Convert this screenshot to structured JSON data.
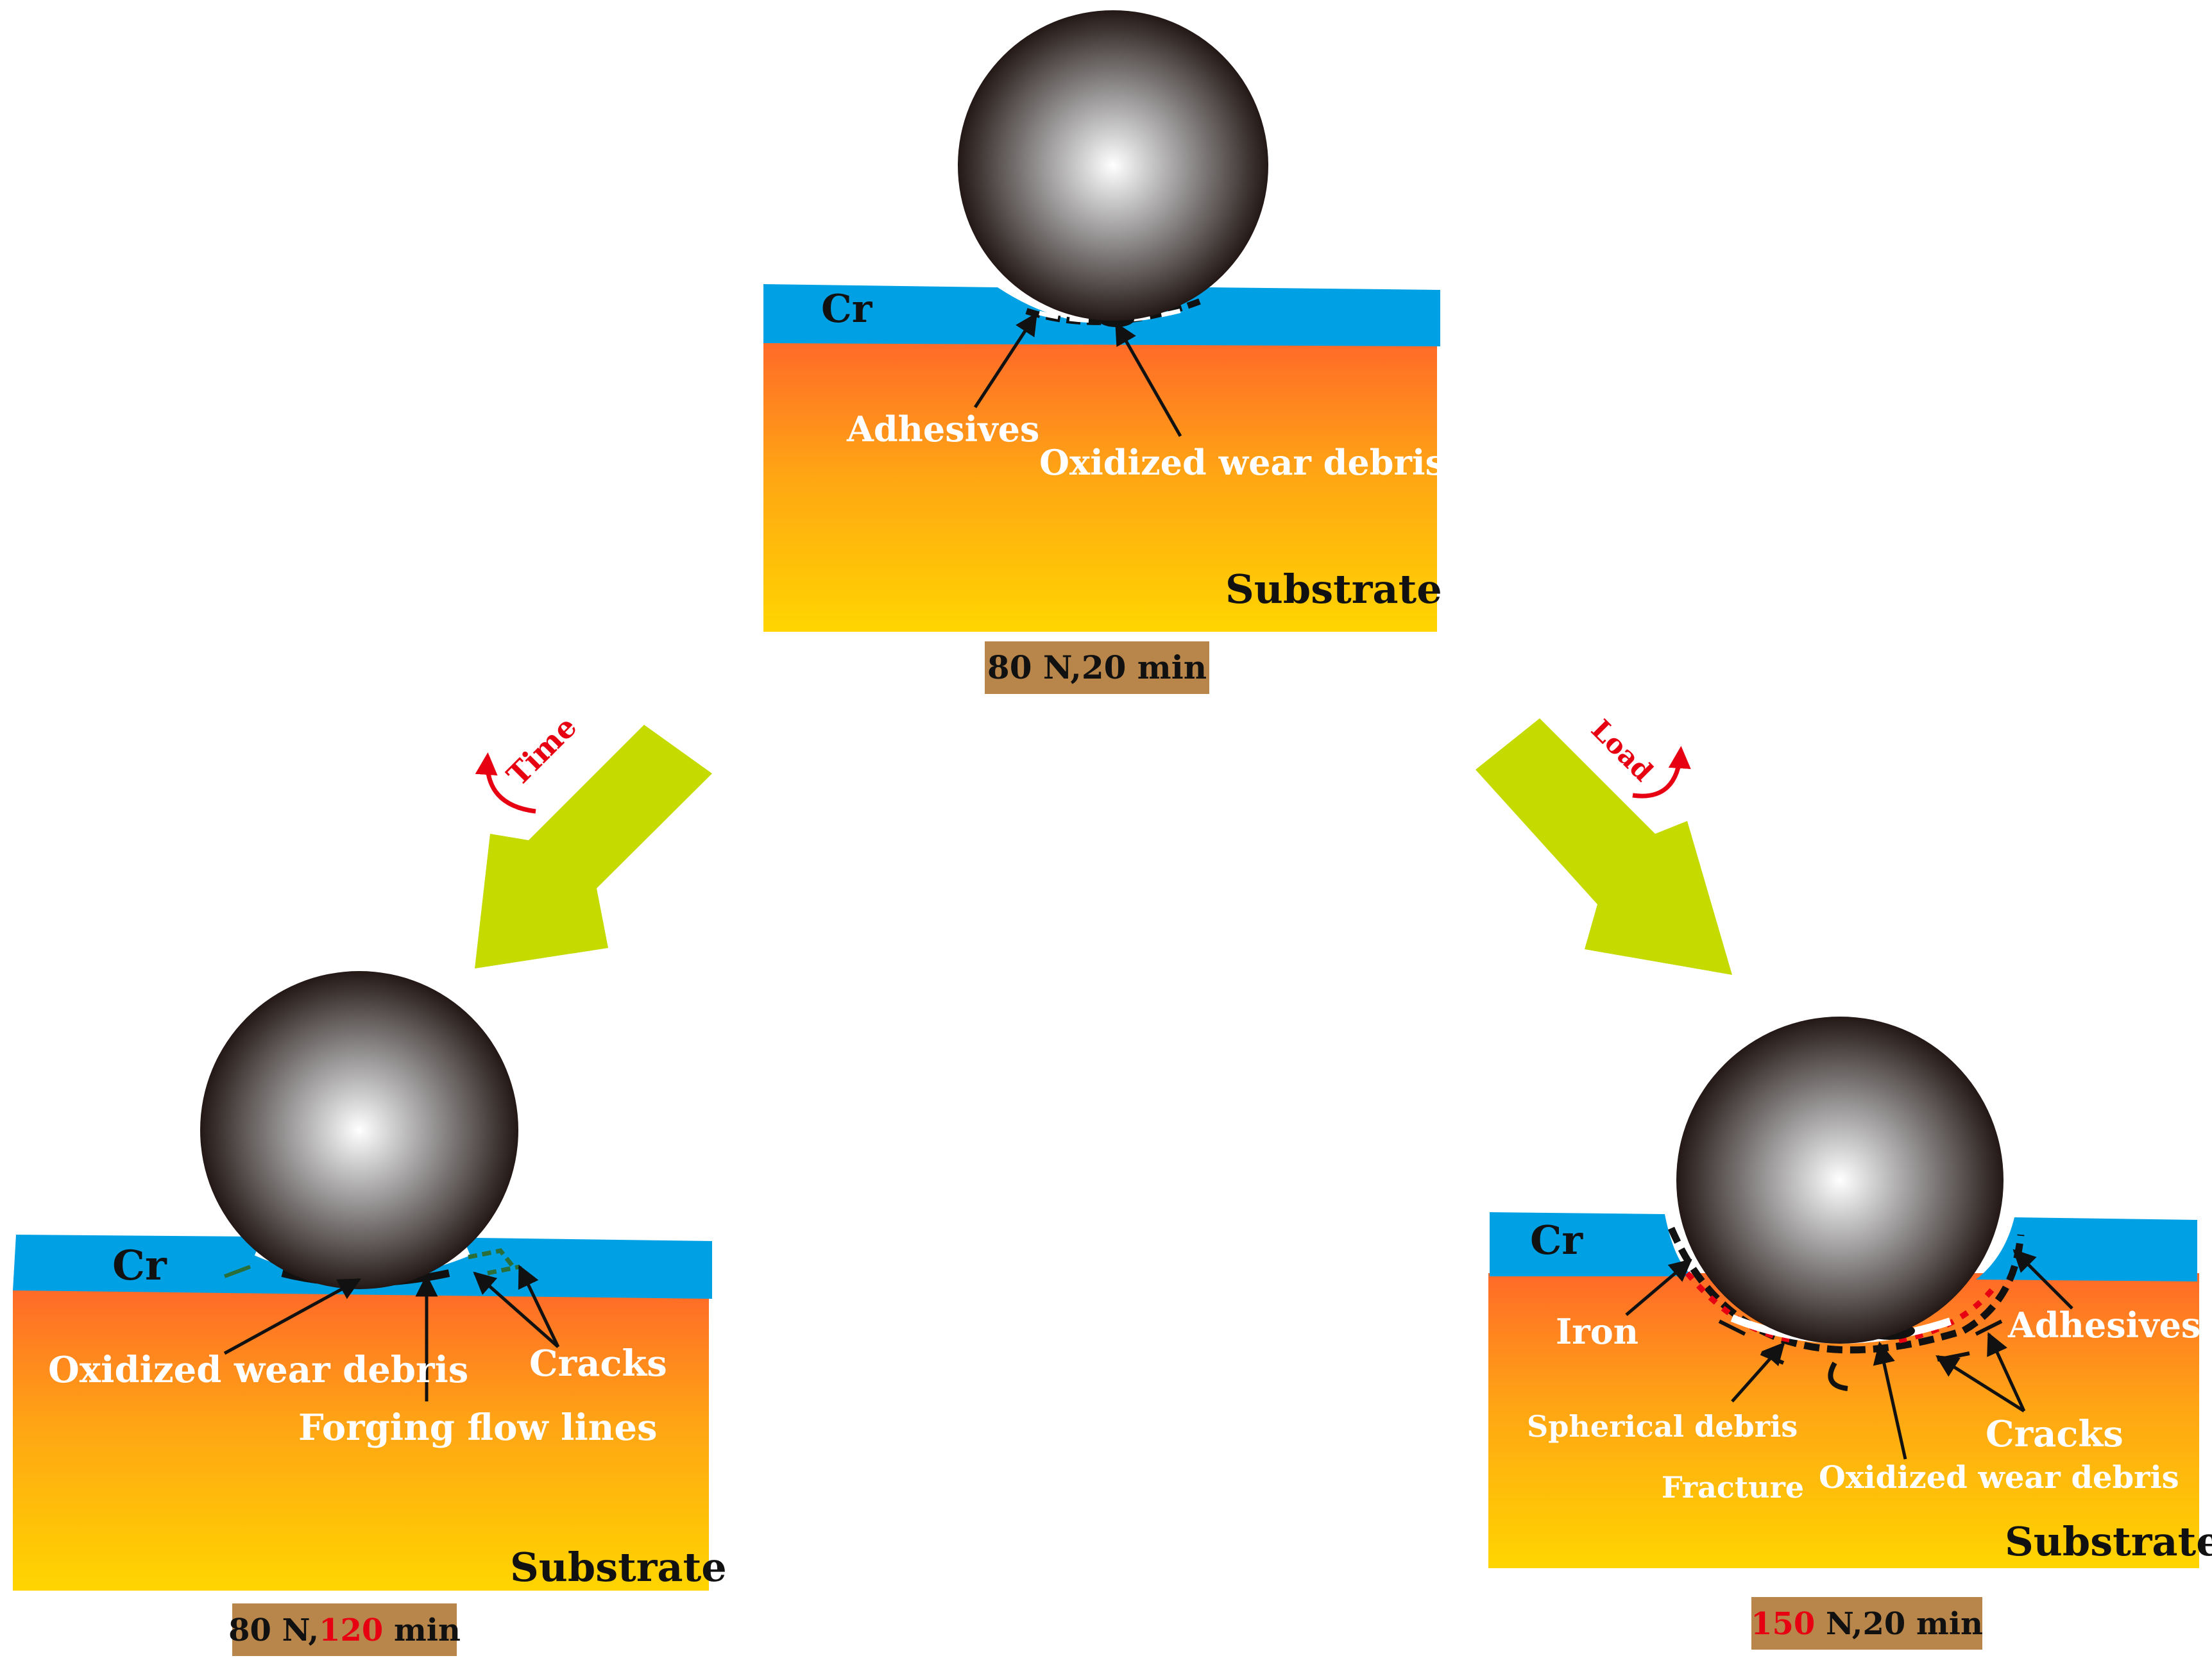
{
  "colors": {
    "cr_layer": "#00A0E4",
    "substrate_top": "#FF6A28",
    "substrate_bottom": "#FFD500",
    "flow_arrow": "#C5DB00",
    "condition_box": "#B8864A",
    "highlight_red": "#E60012",
    "ball_center": "#FFFFFF",
    "ball_edge": "#231815"
  },
  "panels": {
    "top": {
      "layer_label": "Cr",
      "substrate_label": "Substrate",
      "labels": {
        "adhesives": "Adhesives",
        "oxidized": "Oxidized wear debris"
      },
      "condition": {
        "part1": "80 N,20 min"
      }
    },
    "left": {
      "layer_label": "Cr",
      "substrate_label": "Substrate",
      "labels": {
        "oxidized": "Oxidized wear debris",
        "cracks": "Cracks",
        "forging": "Forging flow lines"
      },
      "condition": {
        "part1": "80 N,",
        "highlight": "120",
        "part2": " min"
      }
    },
    "right": {
      "layer_label": "Cr",
      "substrate_label": "Substrate",
      "labels": {
        "iron": "Iron",
        "adhesives": "Adhesives",
        "spherical": "Spherical debris",
        "cracks": "Cracks",
        "fracture": "Fracture",
        "oxidized": "Oxidized wear debris"
      },
      "condition": {
        "highlight": "150",
        "part2": " N,20 min"
      }
    }
  },
  "transitions": {
    "time": {
      "label": "Time"
    },
    "load": {
      "label": "Load"
    }
  }
}
